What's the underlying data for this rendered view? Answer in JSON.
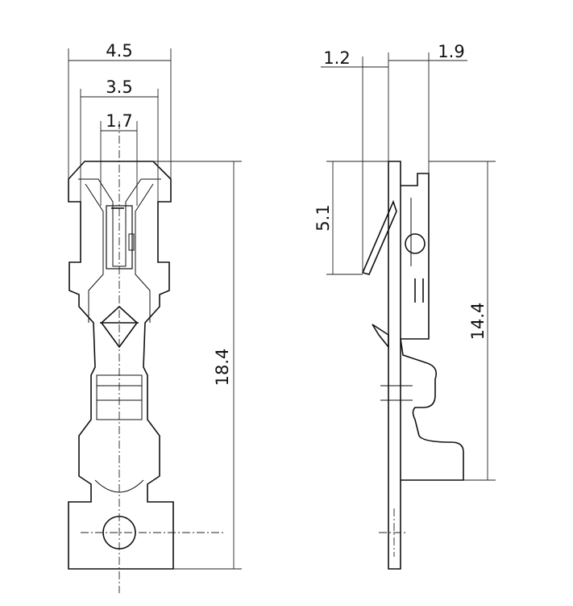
{
  "front_view": {
    "dimensions": {
      "overall_width": "4.5",
      "inner_width": "3.5",
      "slot_width": "1.7",
      "overall_length": "18.4"
    }
  },
  "side_view": {
    "dimensions": {
      "tab_offset": "1.2",
      "body_depth": "1.9",
      "lance_length": "5.1",
      "body_length": "14.4"
    }
  }
}
